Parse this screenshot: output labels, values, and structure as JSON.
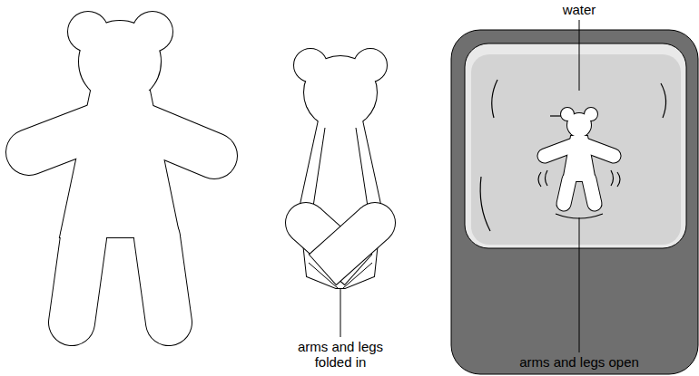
{
  "diagram": {
    "labels": [
      "water",
      "arms and legs folded in",
      "arms and legs open"
    ]
  }
}
